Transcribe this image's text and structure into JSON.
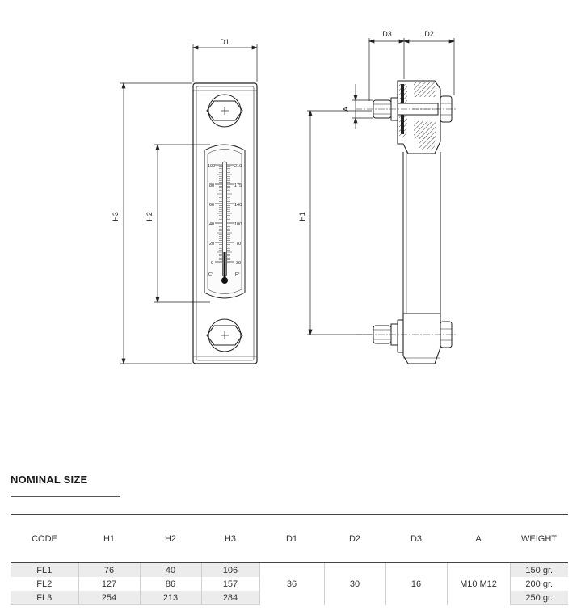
{
  "drawing": {
    "front_view": {
      "width_label": "D1",
      "height_label": "H3",
      "window_label": "H2",
      "celsius_ticks": [
        "100",
        "80",
        "60",
        "40",
        "20",
        "0"
      ],
      "fahrenheit_ticks": [
        "210",
        "175",
        "140",
        "100",
        "70",
        "30"
      ],
      "celsius_unit": "C°",
      "fahrenheit_unit": "F°"
    },
    "side_view": {
      "d3_label": "D3",
      "d2_label": "D2",
      "a_label": "A",
      "h1_label": "H1"
    }
  },
  "section": {
    "title": "NOMINAL SIZE"
  },
  "table": {
    "headers": [
      "CODE",
      "H1",
      "H2",
      "H3",
      "D1",
      "D2",
      "D3",
      "A",
      "WEIGHT"
    ],
    "rows": [
      {
        "code": "FL1",
        "h1": "76",
        "h2": "40",
        "h3": "106",
        "weight": "150 gr."
      },
      {
        "code": "FL2",
        "h1": "127",
        "h2": "86",
        "h3": "157",
        "weight": "200 gr."
      },
      {
        "code": "FL3",
        "h1": "254",
        "h2": "213",
        "h3": "284",
        "weight": "250 gr."
      }
    ],
    "shared": {
      "d1": "36",
      "d2": "30",
      "d3": "16",
      "a": "M10 M12"
    }
  }
}
